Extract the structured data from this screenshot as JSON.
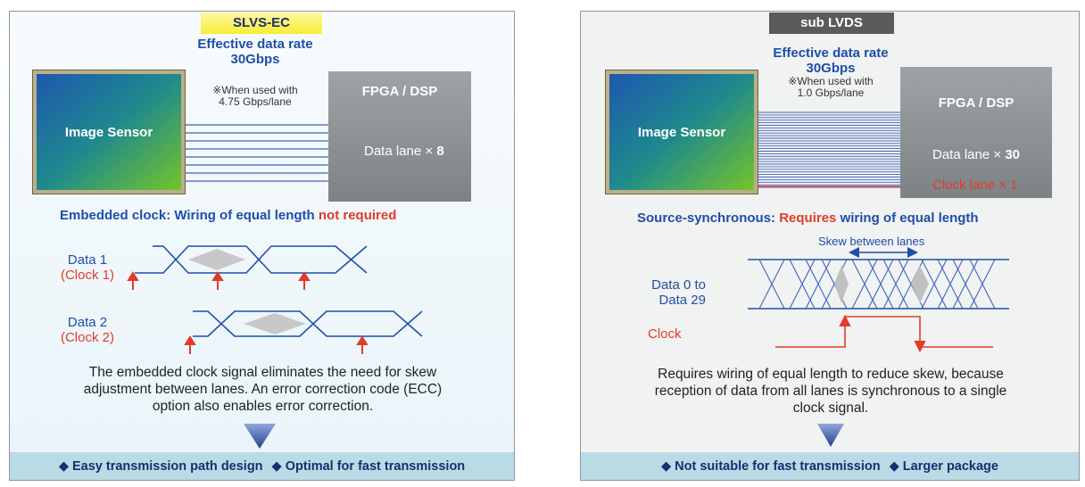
{
  "left": {
    "tag": "SLVS-EC",
    "rate_title": "Effective data rate",
    "rate_value": "30Gbps",
    "note_line1": "※When used with",
    "note_line2": "4.75 Gbps/lane",
    "sensor_label": "Image Sensor",
    "fpga_title": "FPGA / DSP",
    "data_lane_label": "Data lane × ",
    "data_lane_count": "8",
    "heading_main": "Embedded clock: Wiring of equal length ",
    "heading_red": "not required",
    "signal1_data": "Data 1",
    "signal1_clock": "(Clock 1)",
    "signal2_data": "Data 2",
    "signal2_clock": "(Clock 2)",
    "desc_line1": "The embedded clock signal eliminates the need for skew",
    "desc_line2": "adjustment between lanes. An error correction code (ECC)",
    "desc_line3": "option also enables error correction.",
    "footer1": "◆ Easy transmission path design",
    "footer2": "◆ Optimal for fast transmission",
    "wire_count": 8
  },
  "right": {
    "tag": "sub LVDS",
    "rate_title": "Effective data rate",
    "rate_value": "30Gbps",
    "note_line1": "※When used with",
    "note_line2": "1.0 Gbps/lane",
    "sensor_label": "Image Sensor",
    "fpga_title": "FPGA / DSP",
    "data_lane_label": "Data lane × ",
    "data_lane_count": "30",
    "clock_lane_label": "Clock lane  × 1",
    "heading_main": "Source-synchronous: ",
    "heading_red": "Requires",
    "heading_tail": " wiring of equal length",
    "skew_label": "Skew between lanes",
    "data_label1": "Data 0 to",
    "data_label2": "Data 29",
    "clock_label": "Clock",
    "desc_line1": "Requires wiring of equal length to reduce skew, because",
    "desc_line2": "reception of data from all lanes is synchronous to a single",
    "desc_line3": "clock signal.",
    "footer1": "◆ Not suitable for fast transmission",
    "footer2": "◆ Larger package",
    "wire_count": 30
  },
  "colors": {
    "blue": "#1f4ea8",
    "red": "#e23b2a",
    "wire": "#3f64b8"
  }
}
